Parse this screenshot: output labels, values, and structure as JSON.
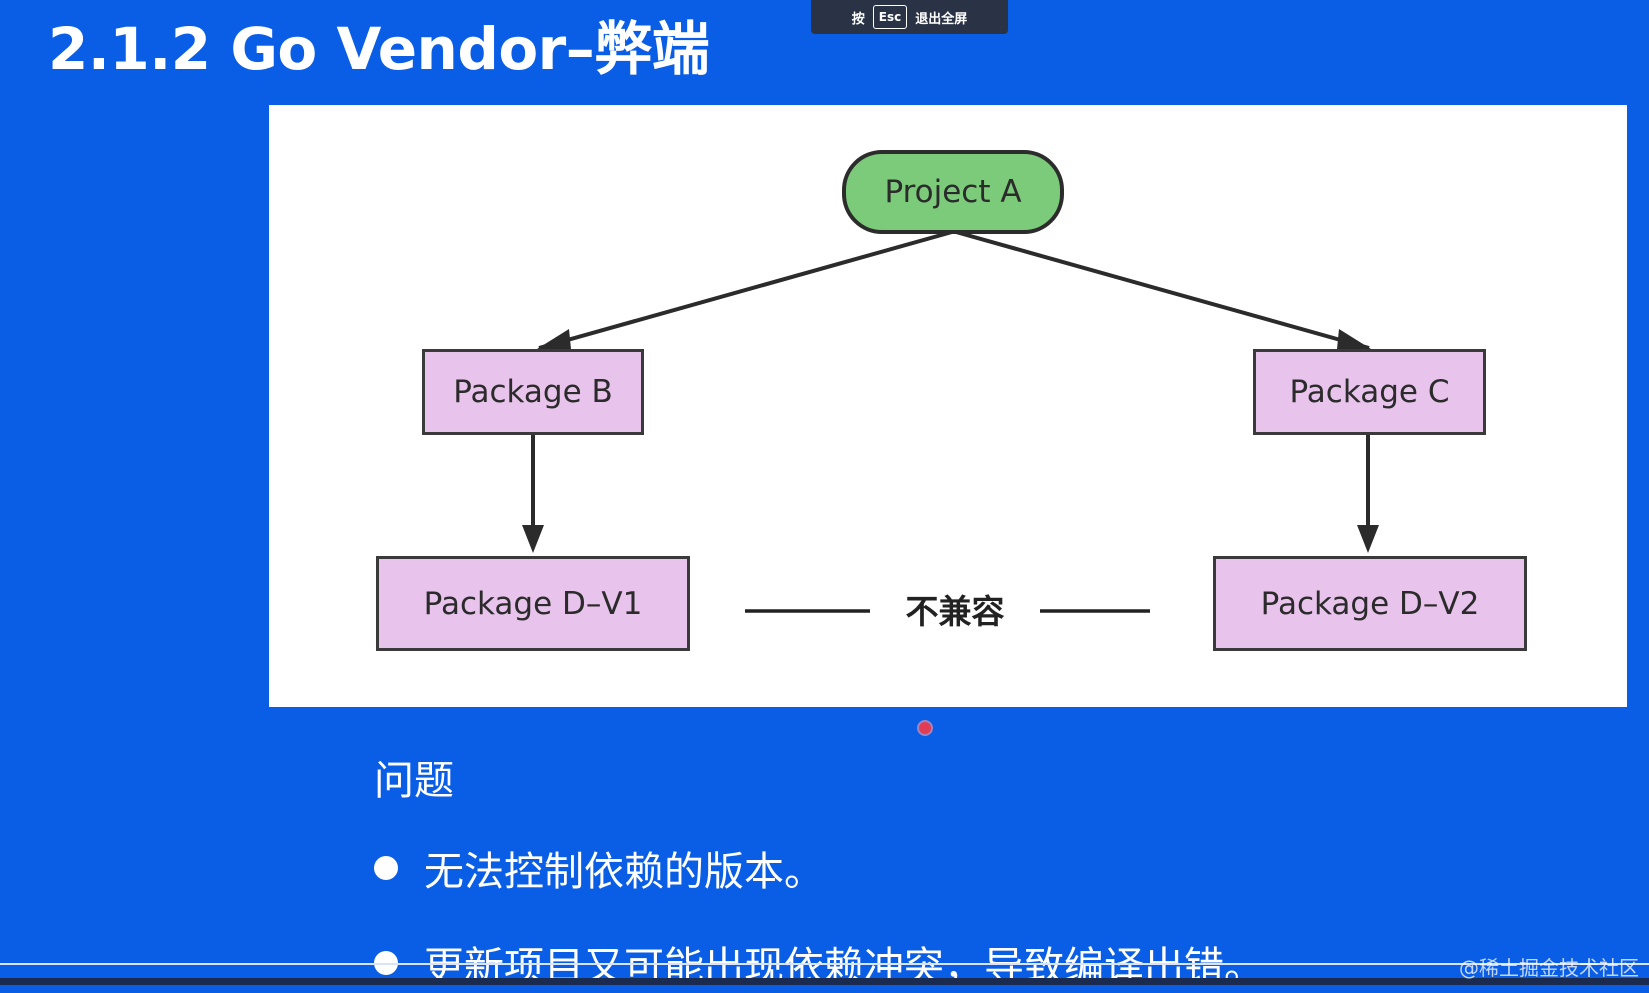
{
  "slide": {
    "title": "2.1.2 Go Vendor–弊端"
  },
  "fullscreen_bar": {
    "prefix": "按",
    "key": "Esc",
    "action": "退出全屏"
  },
  "diagram": {
    "project": "Project A",
    "package_b": "Package B",
    "package_c": "Package C",
    "package_d_v1": "Package D–V1",
    "package_d_v2": "Package D–V2",
    "incompatible_label": "不兼容"
  },
  "problems": {
    "heading": "问题",
    "items": [
      "无法控制依赖的版本。",
      "更新项目又可能出现依赖冲突，导致编译出错。"
    ]
  },
  "watermark": "@稀土掘金技术社区"
}
